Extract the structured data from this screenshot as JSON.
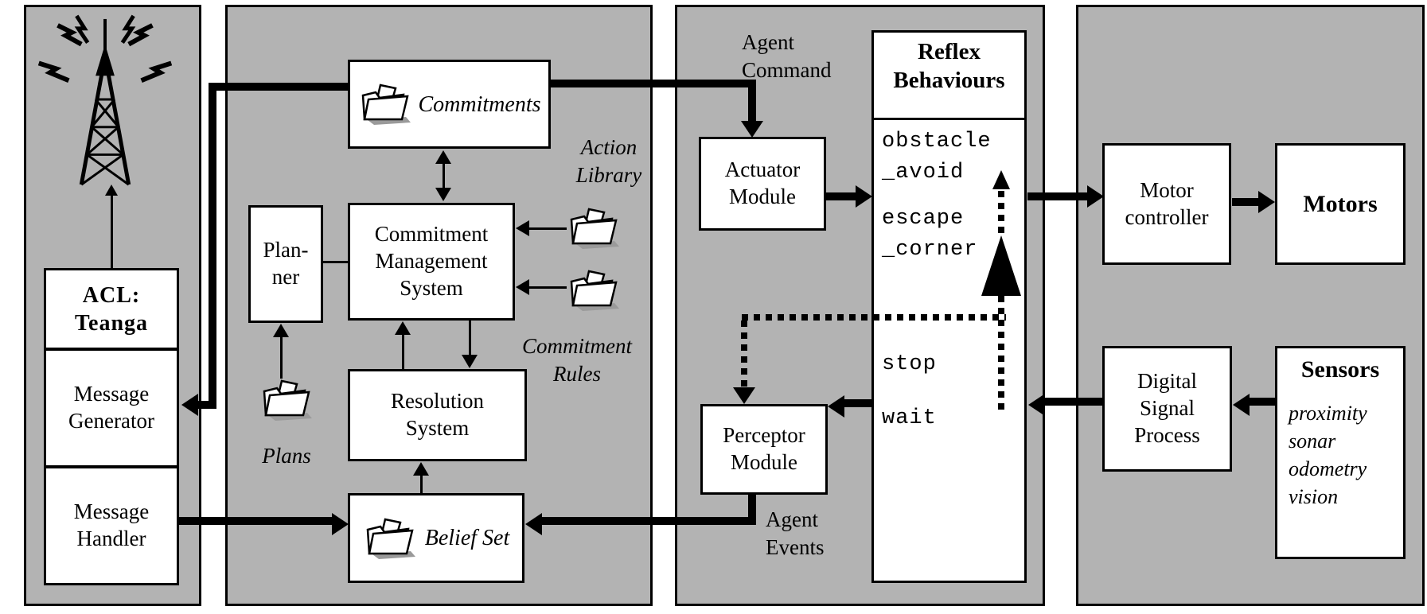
{
  "colors": {
    "panel_bg": "#b3b3b3",
    "box_bg": "#ffffff",
    "line": "#000000",
    "shadow": "#9a9a9a"
  },
  "communication_panel": {
    "antenna_icon": "radio-antenna",
    "acl_title": "ACL:\nTeanga",
    "message_generator": "Message\nGenerator",
    "message_handler": "Message\nHandler"
  },
  "agent_panel": {
    "folder_icon": "folder",
    "commitments_label": "Commitments",
    "planner_label": "Plan-\nner",
    "commitment_management_label": "Commitment\nManagement\nSystem",
    "resolution_label": "Resolution\nSystem",
    "belief_set_label": "Belief Set",
    "action_library_label": "Action\nLibrary",
    "commitment_rules_label": "Commitment\nRules",
    "plans_label": "Plans"
  },
  "interface_panel": {
    "agent_command_label": "Agent\nCommand",
    "actuator_label": "Actuator\nModule",
    "perceptor_label": "Perceptor\nModule",
    "agent_events_label": "Agent\nEvents",
    "reflex_title": "Reflex\nBehaviours",
    "behaviours": [
      "obstacle\n_avoid",
      "escape\n_corner",
      "stop",
      "wait"
    ]
  },
  "hardware_panel": {
    "motor_controller_label": "Motor\ncontroller",
    "motors_label": "Motors",
    "dsp_label": "Digital\nSignal\nProcess",
    "sensors_label": "Sensors",
    "sensor_types_label": "proximity\nsonar\nodometry\nvision"
  }
}
